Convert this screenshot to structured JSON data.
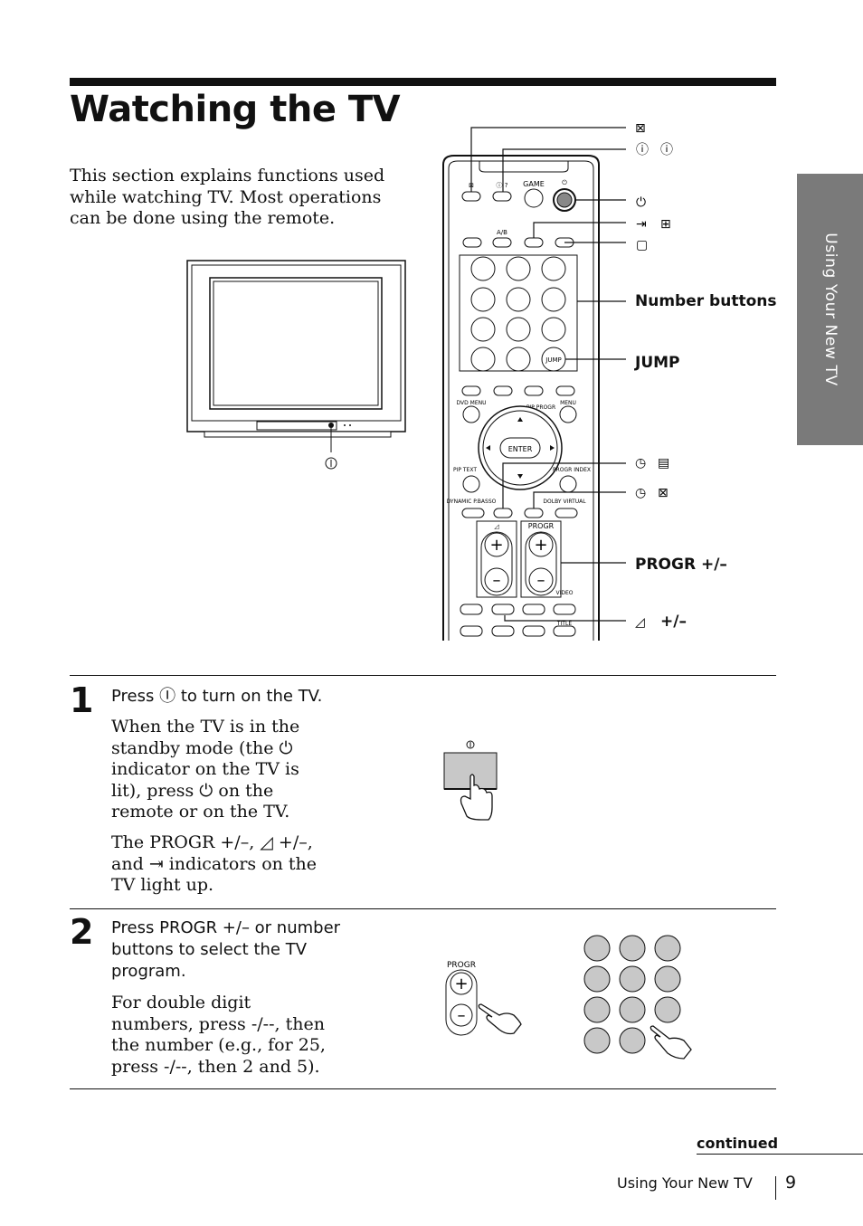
{
  "page": {
    "title": "Watching the TV",
    "intro": "This section explains functions used while watching TV.  Most operations can be done using the remote.",
    "side_tab": "Using Your New TV"
  },
  "remote_labels": {
    "number_buttons": "Number buttons",
    "jump": "JUMP",
    "progr": "PROGR +/–",
    "volume": "+/–"
  },
  "remote_text": {
    "game": "GAME",
    "ab": "A/B",
    "pip_progr": "PIP PROGR",
    "dvd_menu": "DVD MENU",
    "menu": "MENU",
    "enter": "ENTER",
    "pip_text": "PIP TEXT",
    "progr_index": "PROGR INDEX",
    "dynamic": "DYNAMIC P.BASSO",
    "dolby": "DOLBY VIRTUAL",
    "progr": "PROGR",
    "video": "VIDEO",
    "title": "TITLE",
    "jump": "JUMP"
  },
  "steps": [
    {
      "number": "1",
      "heading": "Press Ⓘ to turn on the TV.",
      "para1": "When the TV is in the standby mode (the ⏻ indicator on the TV is lit), press ⏻ on the remote or on the TV.",
      "para2": "The PROGR +/–, ◿ +/–, and ⇥ indicators on the TV light up."
    },
    {
      "number": "2",
      "heading": "Press PROGR +/– or number buttons to select the TV program.",
      "para1": "For double digit numbers, press -/--, then the number (e.g., for 25, press -/--,  then 2 and 5).",
      "progr_label": "PROGR"
    }
  ],
  "footer": {
    "continued": "continued",
    "section": "Using Your New TV",
    "page_number": "9"
  },
  "icons": [
    "mute-icon",
    "info-icon",
    "help-icon",
    "power-icon",
    "input-icon",
    "antenna-icon",
    "display-icon",
    "timer-icon",
    "text-icon",
    "hand-pointer-icon"
  ]
}
